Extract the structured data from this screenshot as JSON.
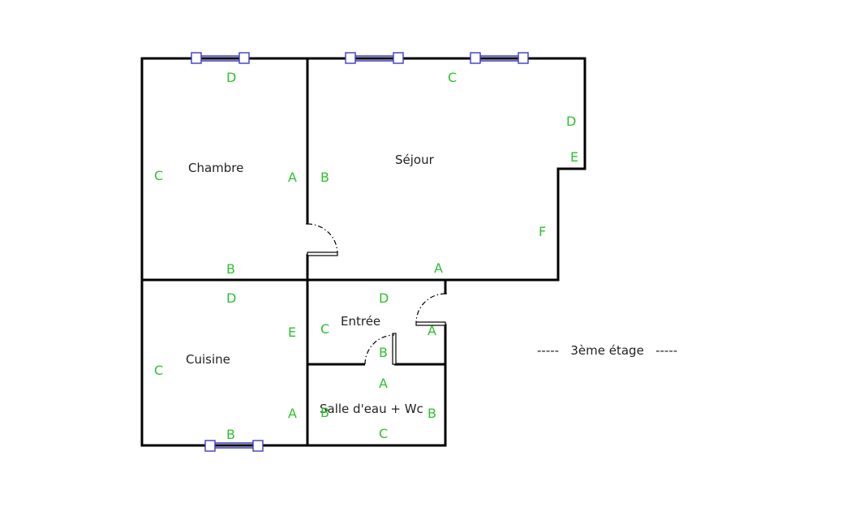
{
  "plan": {
    "floor_label": "-----   3ème étage   -----",
    "rooms": [
      {
        "id": "chambre",
        "name": "Chambre"
      },
      {
        "id": "sejour",
        "name": "Séjour"
      },
      {
        "id": "cuisine",
        "name": "Cuisine"
      },
      {
        "id": "entree",
        "name": "Entrée"
      },
      {
        "id": "salle",
        "name": "Salle d'eau + Wc"
      }
    ],
    "wall_letters": {
      "chambre": [
        "D",
        "C",
        "A",
        "B"
      ],
      "sejour": [
        "C",
        "D",
        "E",
        "B",
        "F",
        "A"
      ],
      "cuisine": [
        "D",
        "C",
        "E",
        "A",
        "B"
      ],
      "entree": [
        "D",
        "C",
        "A",
        "B"
      ],
      "salle": [
        "A",
        "B",
        "B",
        "C"
      ]
    },
    "colors": {
      "walls": "#000000",
      "wall_letters": "#2fbf2f",
      "windows": "#3a3ac8",
      "background": "#ffffff"
    }
  }
}
